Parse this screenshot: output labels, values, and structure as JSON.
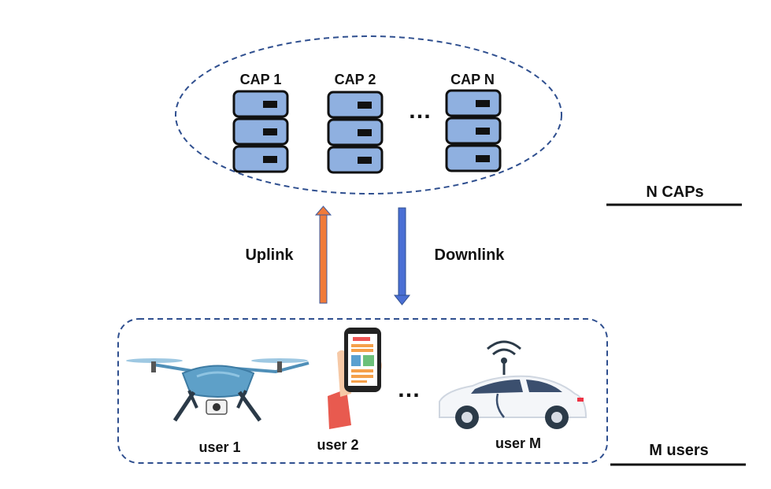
{
  "caps": {
    "items": [
      {
        "label": "CAP 1"
      },
      {
        "label": "CAP 2"
      },
      {
        "label": "CAP N"
      }
    ],
    "ellipsis": "…",
    "side_label": "N CAPs"
  },
  "links": {
    "uplink_label": "Uplink",
    "downlink_label": "Downlink",
    "uplink_color": "#f07a3a",
    "downlink_color": "#4a6fd4"
  },
  "users": {
    "items": [
      {
        "label": "user 1",
        "icon": "drone-icon"
      },
      {
        "label": "user 2",
        "icon": "smartphone-icon"
      },
      {
        "label": "user M",
        "icon": "car-icon"
      }
    ],
    "ellipsis": "…",
    "side_label": "M users"
  },
  "colors": {
    "server_fill": "#8fb0e0",
    "server_stroke": "#111111",
    "boundary": "#2f4f8f"
  }
}
